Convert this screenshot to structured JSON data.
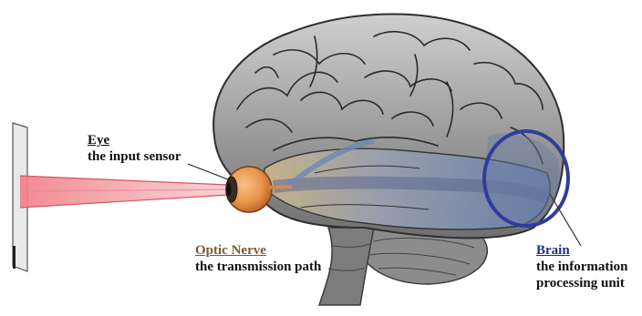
{
  "labels": {
    "eye": {
      "title": "Eye",
      "subtitle": "the input sensor"
    },
    "optic_nerve": {
      "title": "Optic Nerve",
      "subtitle": "the transmission path"
    },
    "brain": {
      "title": "Brain",
      "line1": "the information",
      "line2": "processing unit"
    }
  },
  "colors": {
    "light_beam": "#f4a7ad",
    "eye_ball": "#e8954a",
    "brain_gray": "#8a8a8a",
    "temporal_blue": "#7f8fb0",
    "highlight_circle": "#2e3d9c",
    "optic_label": "#7a5a3a",
    "brain_label": "#1f2f8a"
  }
}
